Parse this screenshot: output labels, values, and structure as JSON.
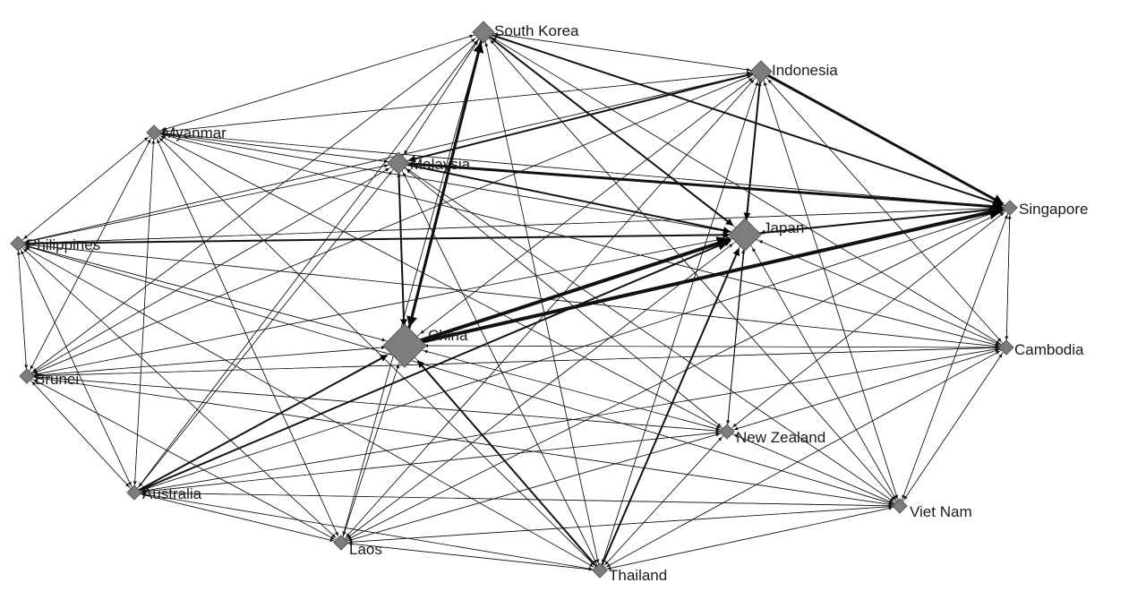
{
  "network": {
    "nodes": [
      {
        "id": "south-korea",
        "label": "South Korea",
        "size": "medium"
      },
      {
        "id": "indonesia",
        "label": "Indonesia",
        "size": "medium"
      },
      {
        "id": "myanmar",
        "label": "Myanmar",
        "size": "small"
      },
      {
        "id": "malaysia",
        "label": "Malaysia",
        "size": "medium"
      },
      {
        "id": "singapore",
        "label": "Singapore",
        "size": "small"
      },
      {
        "id": "philippines",
        "label": "Philippines",
        "size": "small"
      },
      {
        "id": "japan",
        "label": "Japan",
        "size": "large"
      },
      {
        "id": "china",
        "label": "China",
        "size": "xlarge"
      },
      {
        "id": "cambodia",
        "label": "Cambodia",
        "size": "small"
      },
      {
        "id": "brunei",
        "label": "Brunei",
        "size": "small"
      },
      {
        "id": "new-zealand",
        "label": "New Zealand",
        "size": "small"
      },
      {
        "id": "australia",
        "label": "Australia",
        "size": "small"
      },
      {
        "id": "viet-nam",
        "label": "Viet Nam",
        "size": "small"
      },
      {
        "id": "laos",
        "label": "Laos",
        "size": "small"
      },
      {
        "id": "thailand",
        "label": "Thailand",
        "size": "small"
      }
    ],
    "strong_edges": [
      {
        "from": "china",
        "to": "singapore",
        "weight": 4
      },
      {
        "from": "china",
        "to": "japan",
        "weight": 4
      },
      {
        "from": "south-korea",
        "to": "china",
        "weight": 3
      },
      {
        "from": "china",
        "to": "south-korea",
        "weight": 3
      },
      {
        "from": "indonesia",
        "to": "singapore",
        "weight": 3
      },
      {
        "from": "malaysia",
        "to": "singapore",
        "weight": 3
      },
      {
        "from": "south-korea",
        "to": "japan",
        "weight": 2
      },
      {
        "from": "south-korea",
        "to": "singapore",
        "weight": 2
      },
      {
        "from": "japan",
        "to": "singapore",
        "weight": 2
      },
      {
        "from": "malaysia",
        "to": "china",
        "weight": 2
      },
      {
        "from": "indonesia",
        "to": "japan",
        "weight": 2
      },
      {
        "from": "australia",
        "to": "china",
        "weight": 2
      },
      {
        "from": "australia",
        "to": "japan",
        "weight": 2
      },
      {
        "from": "thailand",
        "to": "china",
        "weight": 2
      },
      {
        "from": "thailand",
        "to": "japan",
        "weight": 2
      },
      {
        "from": "philippines",
        "to": "japan",
        "weight": 2
      },
      {
        "from": "malaysia",
        "to": "japan",
        "weight": 2
      },
      {
        "from": "indonesia",
        "to": "malaysia",
        "weight": 2
      }
    ]
  }
}
